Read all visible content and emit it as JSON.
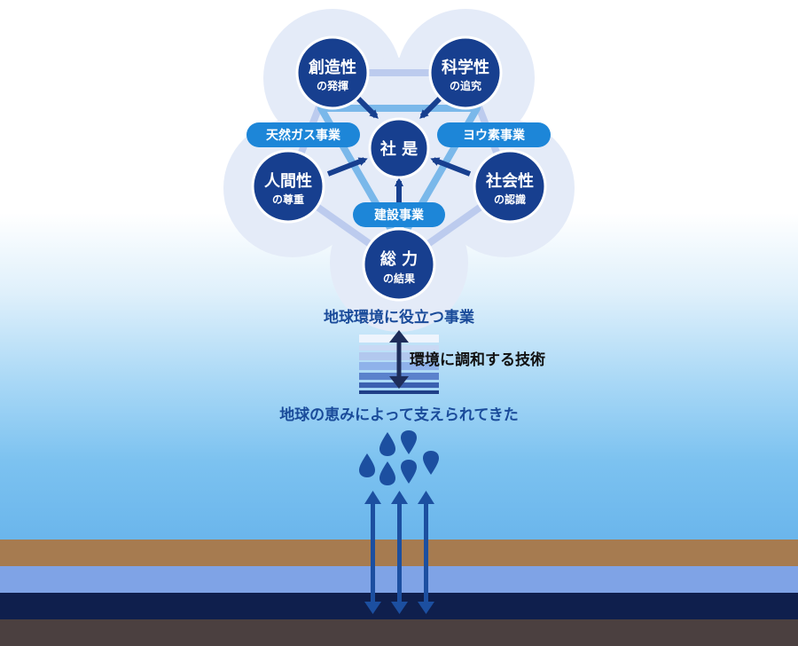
{
  "center": {
    "label": "社 是"
  },
  "nodes": {
    "creativity": {
      "main": "創造性",
      "sub": "の発揮"
    },
    "science": {
      "main": "科学性",
      "sub": "の追究"
    },
    "humanity": {
      "main": "人間性",
      "sub": "の尊重"
    },
    "society": {
      "main": "社会性",
      "sub": "の認識"
    },
    "total": {
      "main": "総 力",
      "sub": "の結果"
    }
  },
  "businesses": {
    "gas": "天然ガス事業",
    "iodine": "ヨウ素事業",
    "construction": "建設事業"
  },
  "captions": {
    "top": "地球環境に役立つ事業",
    "technology": "環境に調和する技術",
    "bottom": "地球の恵みによって支えられてきた"
  },
  "colors": {
    "node_fill": "#173f8f",
    "pill_fill": "#1d86d8",
    "caption_text": "#1a4b9a",
    "tech_text": "#111111",
    "soil": "#a67b50",
    "aquifer": "#7fa3e6",
    "deep_water": "#0f1f4d",
    "bedrock": "#4b4040",
    "drop": "#1c4fa0"
  }
}
